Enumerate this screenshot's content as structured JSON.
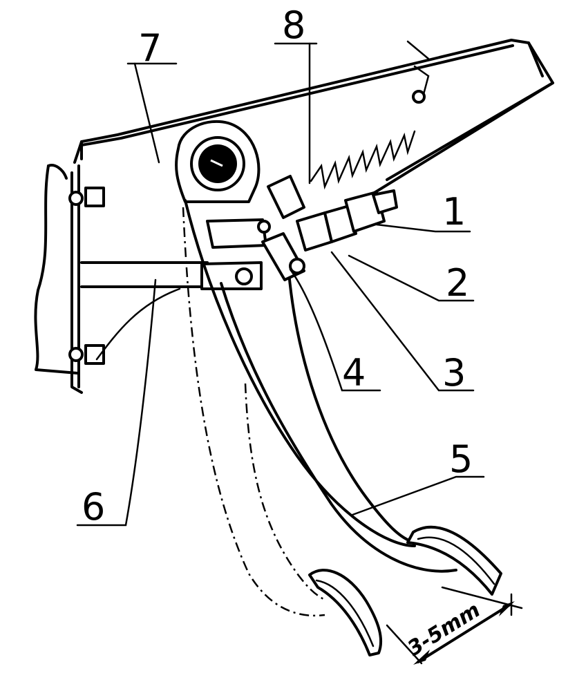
{
  "callouts": [
    {
      "id": "1",
      "label": "1"
    },
    {
      "id": "2",
      "label": "2"
    },
    {
      "id": "3",
      "label": "3"
    },
    {
      "id": "4",
      "label": "4"
    },
    {
      "id": "5",
      "label": "5"
    },
    {
      "id": "6",
      "label": "6"
    },
    {
      "id": "7",
      "label": "7"
    },
    {
      "id": "8",
      "label": "8"
    }
  ],
  "dimension": {
    "label": "3-5mm"
  }
}
